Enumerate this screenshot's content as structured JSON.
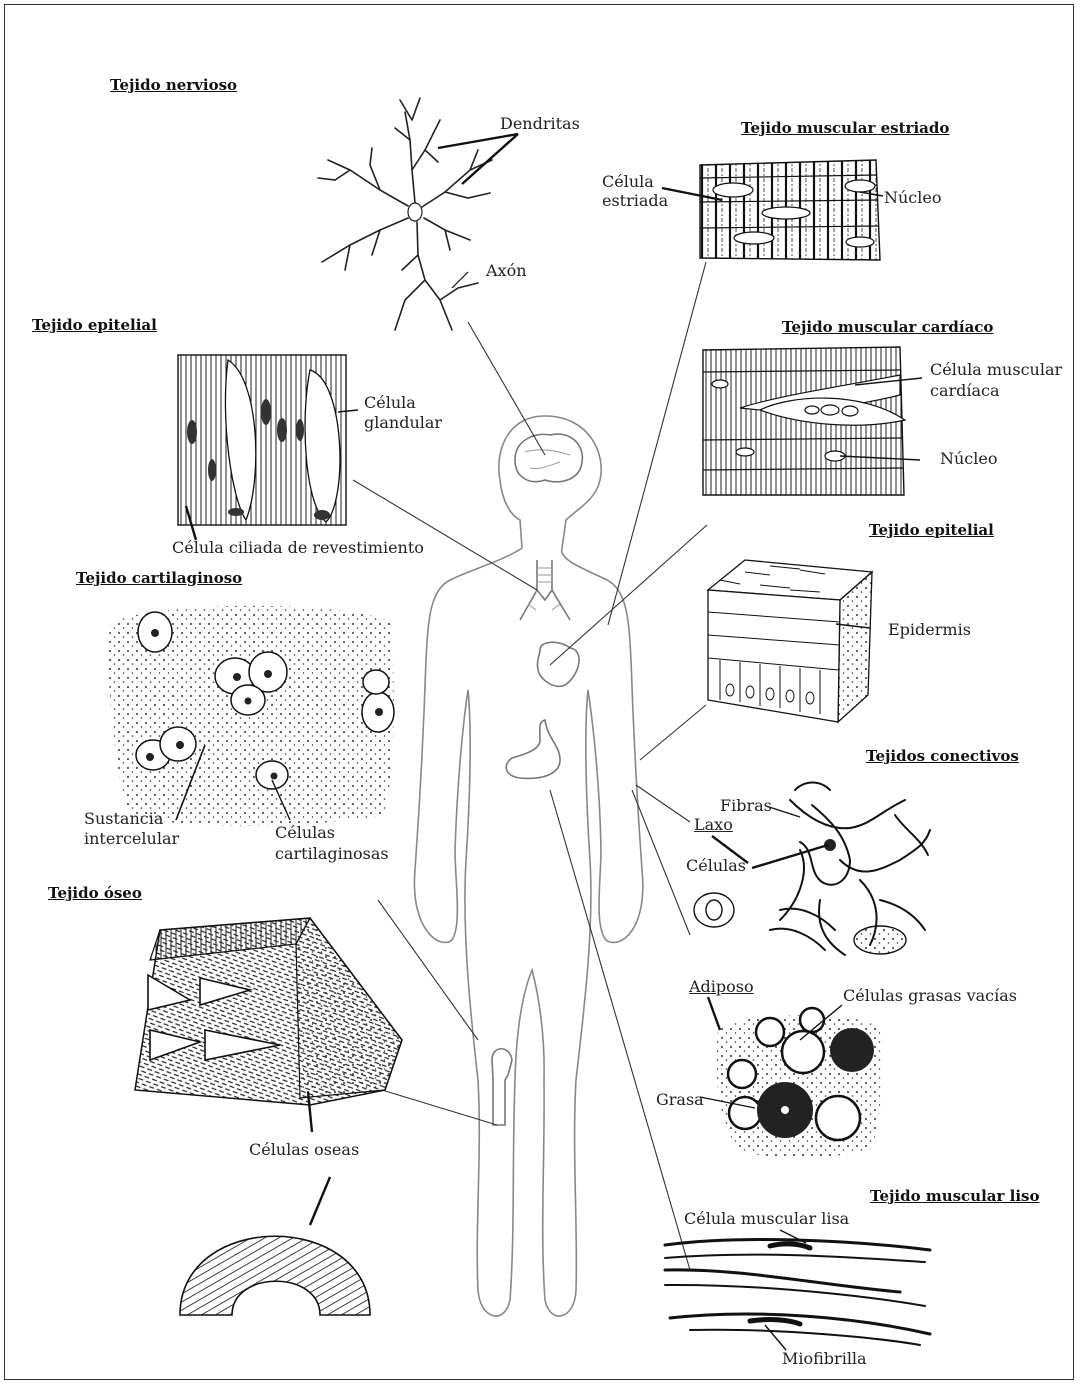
{
  "headings": {
    "nervioso": "Tejido nervioso",
    "estriado": "Tejido muscular estriado",
    "epitelial_left": "Tejido epitelial",
    "cardiaco": "Tejido muscular cardíaco",
    "epitelial_right": "Tejido epitelial",
    "cartilaginoso": "Tejido cartilaginoso",
    "conectivos": "Tejidos conectivos",
    "oseo": "Tejido óseo",
    "liso": "Tejido muscular liso"
  },
  "labels": {
    "dendritas": "Dendritas",
    "axon": "Axón",
    "celula_estriada_1": "Célula",
    "celula_estriada_2": "estriada",
    "nucleo_estriado": "Núcleo",
    "celula_glandular_1": "Célula",
    "celula_glandular_2": "glandular",
    "celula_ciliada": "Célula ciliada de revestimiento",
    "cardiaca_1": "Célula muscular",
    "cardiaca_2": "cardíaca",
    "nucleo_cardiaco": "Núcleo",
    "epidermis": "Epidermis",
    "sustancia_1": "Sustancia",
    "sustancia_2": "intercelular",
    "cartilaginosas_1": "Células",
    "cartilaginosas_2": "cartilaginosas",
    "fibras": "Fibras",
    "laxo": "Laxo",
    "celulas": "Células",
    "adiposo": "Adiposo",
    "grasas_vacias": "Células grasas vacías",
    "grasa": "Grasa",
    "celulas_oseas": "Células oseas",
    "celula_lisa": "Célula muscular lisa",
    "miofibrilla": "Miofibrilla"
  }
}
